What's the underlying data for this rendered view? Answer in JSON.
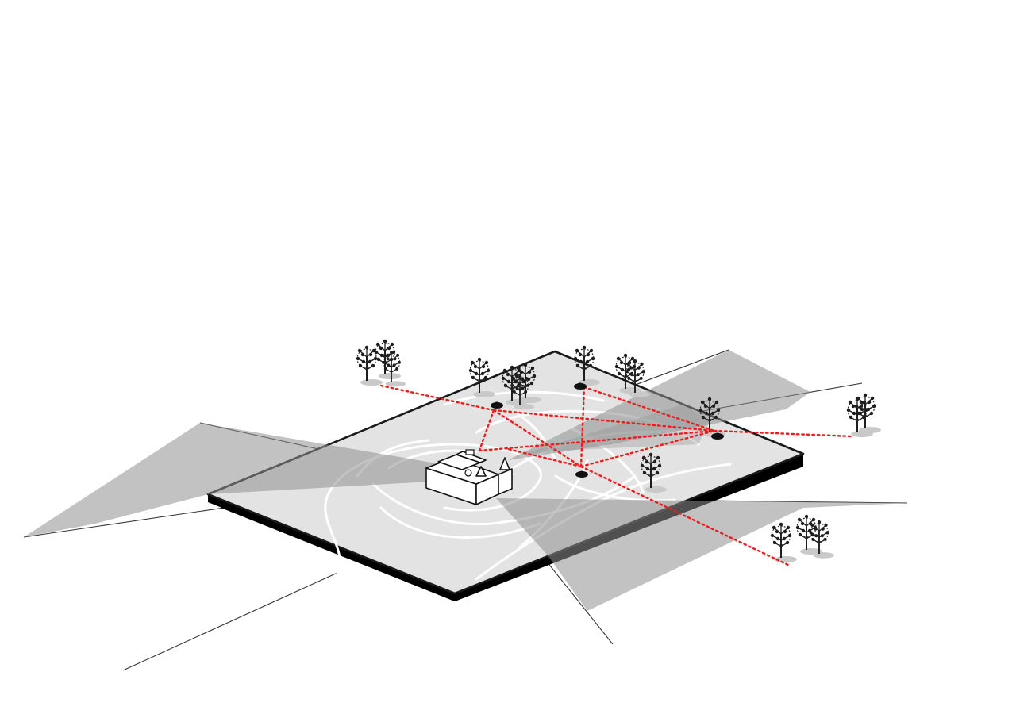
{
  "diagram": {
    "type": "axonometric-site-diagram",
    "colors": {
      "background": "#ffffff",
      "site_fill": "#e3e3e3",
      "site_outline": "#1a1a1a",
      "slab_edge": "#000000",
      "view_cone": "#8f8f8f",
      "view_ray": "#333333",
      "path": "#ffffff",
      "sightline": "#ee1c1c",
      "building_fill": "#ffffff",
      "building_outline": "#111111",
      "tree": "#1e1e1e",
      "tree_shadow": "#c9c9c9",
      "observation_point": "#111111"
    },
    "elements": {
      "view_cones": 4,
      "tree_clusters": 10,
      "observation_points": 4,
      "sightlines": 9
    }
  }
}
